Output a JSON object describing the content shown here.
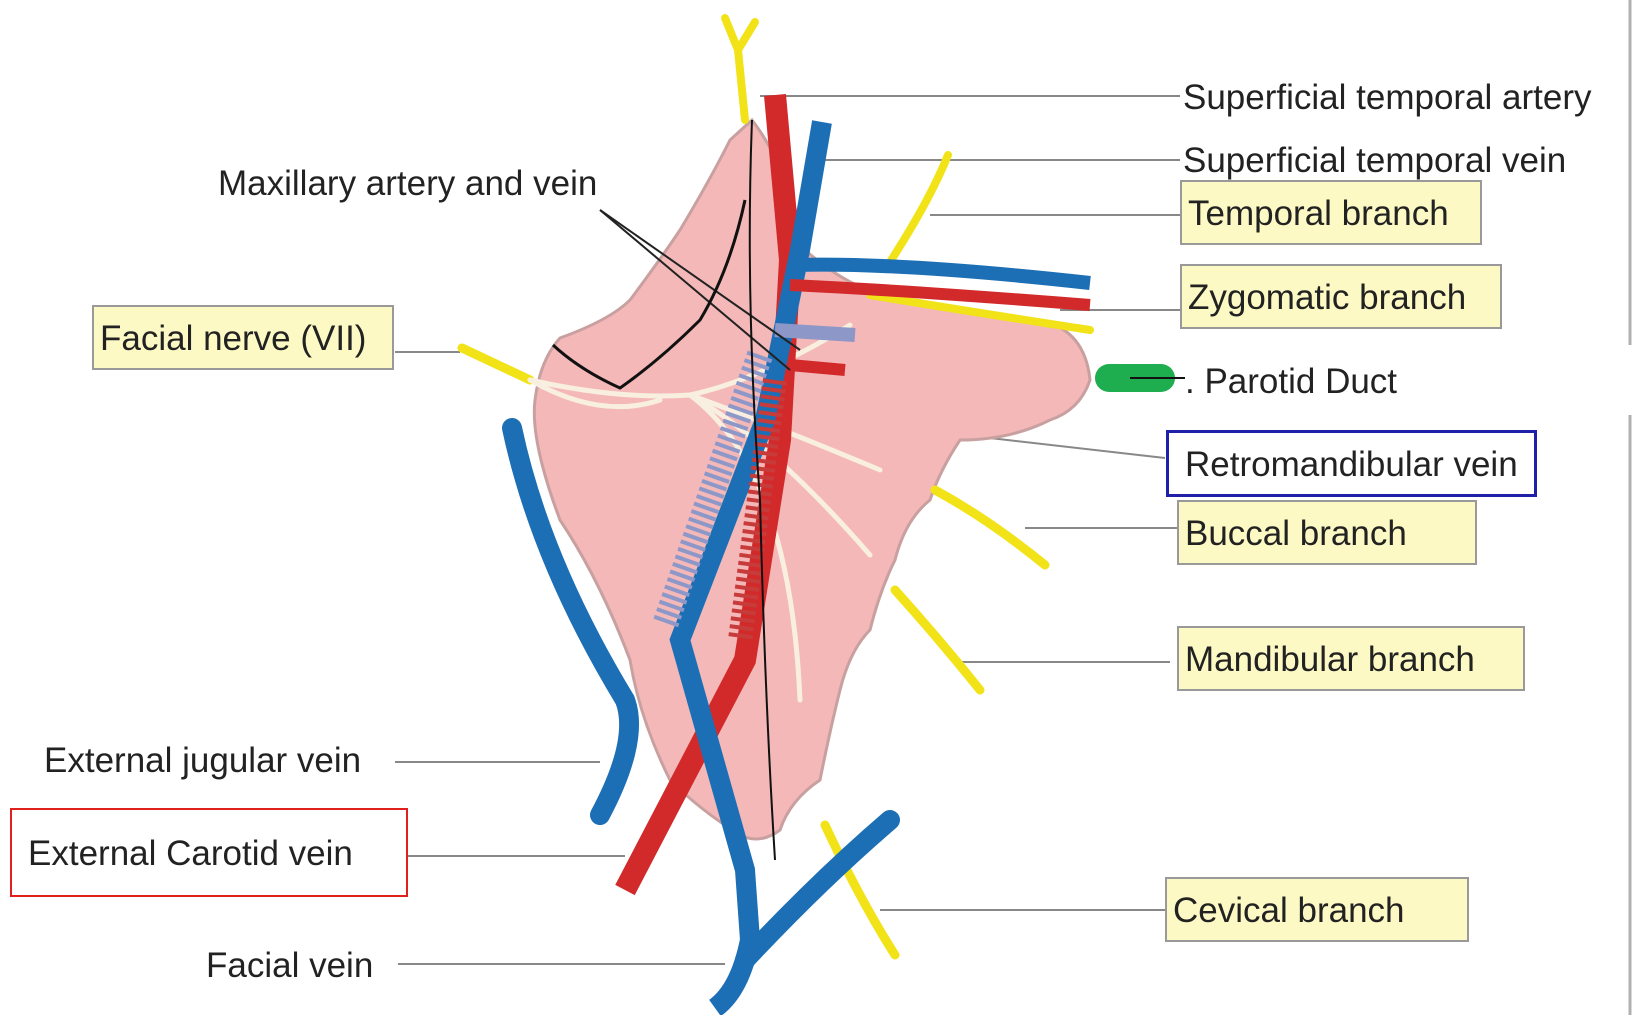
{
  "labels": {
    "superficial_temporal_artery": "Superficial temporal artery",
    "superficial_temporal_vein": "Superficial temporal vein",
    "temporal_branch": "Temporal branch",
    "zygomatic_branch": "Zygomatic branch",
    "parotid_duct": ". Parotid Duct",
    "retromandibular_vein": "Retromandibular vein",
    "buccal_branch": "Buccal branch",
    "mandibular_branch": "Mandibular branch",
    "cevical_branch": "Cevical branch",
    "maxillary_artery_and_vein": "Maxillary artery and vein",
    "facial_nerve": "Facial nerve (VII)",
    "external_jugular_vein": "External jugular vein",
    "external_carotid_vein": "External Carotid vein",
    "facial_vein": "Facial vein"
  },
  "colors": {
    "gland": "#f4b8b8",
    "gland_outline": "#c9a0a0",
    "vein": "#1d6fb5",
    "artery": "#d22a2a",
    "nerve": "#f2e318",
    "duct": "#1fae4f",
    "box_fill": "#fdf9c4",
    "highlight_red": "#e0201c",
    "highlight_blue": "#1f1fa8"
  }
}
